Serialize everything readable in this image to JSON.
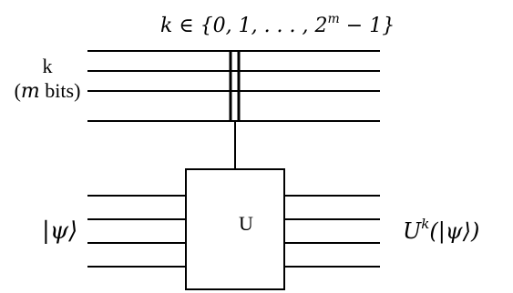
{
  "control_register": {
    "label_top": "k",
    "label_bottom_var": "m",
    "label_bottom_word": "bits"
  },
  "range": {
    "prefix": "k ∈ {0, 1, . . . , 2",
    "exponent": "m",
    "suffix": " − 1}"
  },
  "gate": {
    "label": "U"
  },
  "input_state": {
    "label": "|ψ⟩"
  },
  "output_state": {
    "base": "U",
    "exponent": "k",
    "argument": "(|ψ⟩)"
  }
}
